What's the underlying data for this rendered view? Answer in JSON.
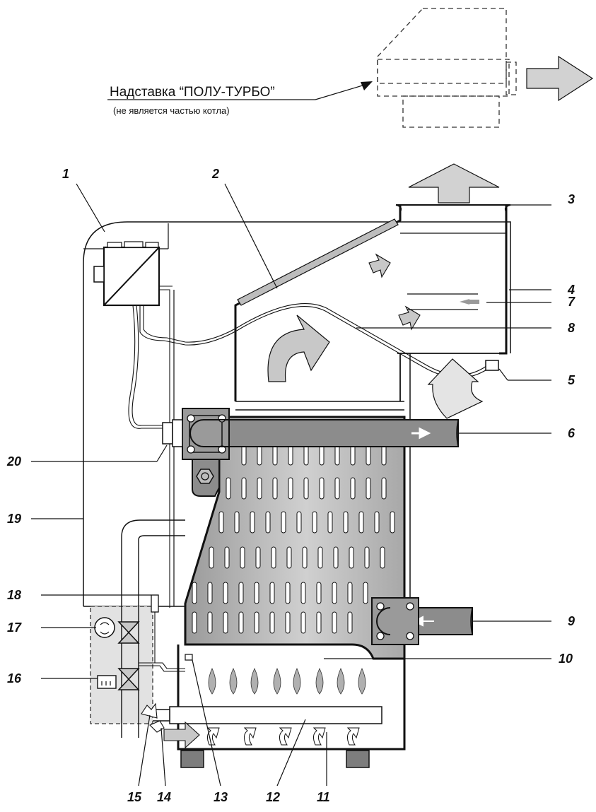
{
  "caption": {
    "title": "Надставка “ПОЛУ-ТУРБО”",
    "note": "(не является частью котла)"
  },
  "callouts": [
    {
      "id": "1",
      "label": "1"
    },
    {
      "id": "2",
      "label": "2"
    },
    {
      "id": "3",
      "label": "3"
    },
    {
      "id": "4",
      "label": "4"
    },
    {
      "id": "5",
      "label": "5"
    },
    {
      "id": "6",
      "label": "6"
    },
    {
      "id": "7",
      "label": "7"
    },
    {
      "id": "8",
      "label": "8"
    },
    {
      "id": "9",
      "label": "9"
    },
    {
      "id": "10",
      "label": "10"
    },
    {
      "id": "11",
      "label": "11"
    },
    {
      "id": "12",
      "label": "12"
    },
    {
      "id": "13",
      "label": "13"
    },
    {
      "id": "14",
      "label": "14"
    },
    {
      "id": "15",
      "label": "15"
    },
    {
      "id": "16",
      "label": "16"
    },
    {
      "id": "17",
      "label": "17"
    },
    {
      "id": "18",
      "label": "18"
    },
    {
      "id": "19",
      "label": "19"
    },
    {
      "id": "20",
      "label": "20"
    }
  ],
  "colors": {
    "outline": "#111111",
    "pipe": "#8c8c8c",
    "exchanger": "#b8b8b8",
    "flow_arrow": "#c8c8c8",
    "gas_block": "#e2e2e2"
  }
}
